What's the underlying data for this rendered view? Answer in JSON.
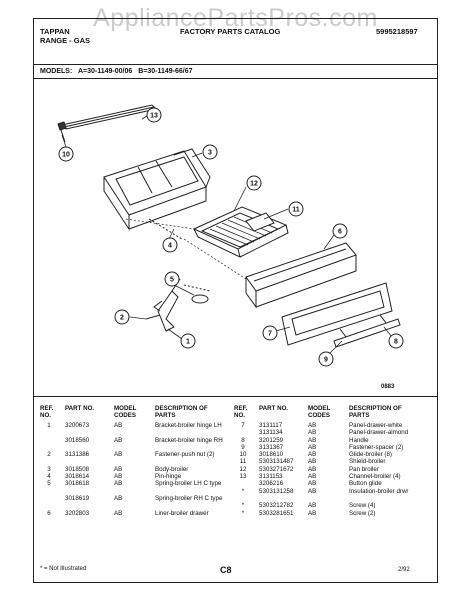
{
  "watermark": "AppliancePartsPros.com",
  "header": {
    "brand": "TAPPAN",
    "product": "RANGE - GAS",
    "catalog": "FACTORY PARTS CATALOG",
    "part_number": "5995218597"
  },
  "models": {
    "label": "MODELS:",
    "a": "A=30-1149-00/06",
    "b": "B=30-1149-66/67"
  },
  "diagram": {
    "code": "0883",
    "callouts": [
      "13",
      "10",
      "3",
      "12",
      "11",
      "4",
      "6",
      "5",
      "2",
      "1",
      "7",
      "9",
      "8"
    ]
  },
  "table": {
    "headers": {
      "ref": "REF. NO.",
      "part": "PART NO.",
      "code": "MODEL CODES",
      "desc": "DESCRIPTION OF PARTS"
    },
    "left": [
      {
        "ref": "1",
        "part": "3200673",
        "code": "AB",
        "desc": "Bracket-broiler hinge LH"
      },
      {
        "ref": "",
        "part": "3018560",
        "code": "AB",
        "desc": "Bracket-broiler hinge RH"
      },
      {
        "ref": "2",
        "part": "3131386",
        "code": "AB",
        "desc": "Fastener-push nut (2)"
      },
      {
        "ref": "3",
        "part": "3018508",
        "code": "AB",
        "desc": "Body-broiler"
      },
      {
        "ref": "4",
        "part": "3018614",
        "code": "AB",
        "desc": "Pin-hinge"
      },
      {
        "ref": "5",
        "part": "3018618",
        "code": "AB",
        "desc": "Spring-broiler LH C type"
      },
      {
        "ref": "",
        "part": "3018619",
        "code": "AB",
        "desc": "Spring-broiler RH C type"
      },
      {
        "ref": "6",
        "part": "3202803",
        "code": "AB",
        "desc": "Liner-broiler drawer"
      }
    ],
    "right": [
      {
        "ref": "7",
        "part": "3131117",
        "code": "AB",
        "desc": "Panel-drawer-white"
      },
      {
        "ref": "",
        "part": "3131134",
        "code": "AB",
        "desc": "Panel-drawer-almond"
      },
      {
        "ref": "8",
        "part": "3201259",
        "code": "AB",
        "desc": "Handle"
      },
      {
        "ref": "9",
        "part": "3131367",
        "code": "AB",
        "desc": "Fastener-spacer (2)"
      },
      {
        "ref": "10",
        "part": "3018610",
        "code": "AB",
        "desc": "Glide-broiler (8)"
      },
      {
        "ref": "11",
        "part": "5303131487",
        "code": "AB",
        "desc": "Shield-broiler"
      },
      {
        "ref": "12",
        "part": "5303271672",
        "code": "AB",
        "desc": "Pan broiler"
      },
      {
        "ref": "13",
        "part": "3131153",
        "code": "AB",
        "desc": "Channel-broiler (4)"
      },
      {
        "ref": "",
        "part": "3206216",
        "code": "AB",
        "desc": "Button glide"
      },
      {
        "ref": "*",
        "part": "5303131258",
        "code": "AB",
        "desc": "Insulation-broiler drwr"
      },
      {
        "ref": "*",
        "part": "5303212782",
        "code": "AB",
        "desc": "Screw (4)"
      },
      {
        "ref": "*",
        "part": "5303281651",
        "code": "AB",
        "desc": "Screw (2)"
      }
    ]
  },
  "footer": {
    "note": "* = Not Illustrated",
    "page": "C8",
    "date": "2/92"
  }
}
